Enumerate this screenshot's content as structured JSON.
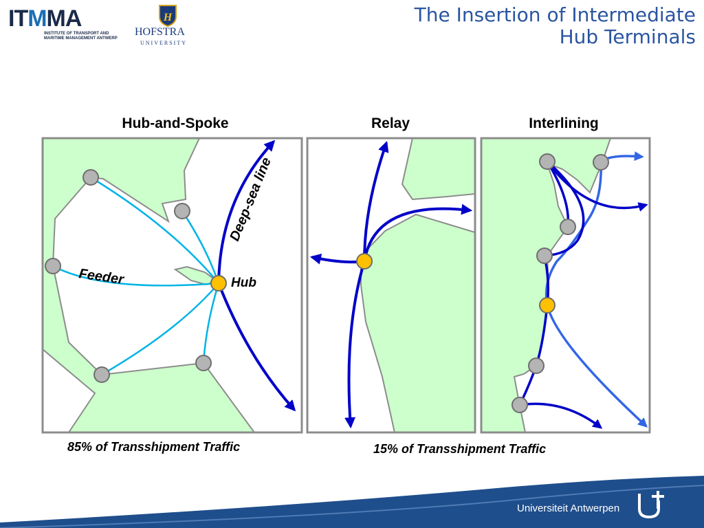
{
  "header": {
    "itmma_logo": {
      "main": "ITMMA",
      "line1": "INSTITUTE OF TRANSPORT AND",
      "line2": "MARITIME MANAGEMENT ANTWERP"
    },
    "hofstra_logo": {
      "name": "HOFSTRA",
      "sub": "UNIVERSITY"
    },
    "title_line1": "The Insertion of Intermediate",
    "title_line2": "Hub Terminals"
  },
  "panels": {
    "hub_and_spoke": {
      "heading": "Hub-and-Spoke",
      "feeder_label": "Feeder",
      "hub_label": "Hub",
      "deepsea_label": "Deep-sea line"
    },
    "relay": {
      "heading": "Relay"
    },
    "interlining": {
      "heading": "Interlining"
    }
  },
  "captions": {
    "left": "85% of Transshipment Traffic",
    "right": "15% of Transshipment Traffic"
  },
  "footer": {
    "university": "Universiteit Antwerpen"
  },
  "colors": {
    "title": "#2a55a0",
    "land": "#ccffcc",
    "coast": "#8c8c8c",
    "feeder": "#00b4e6",
    "deepsea": "#0000c8",
    "route_light": "#3366e6",
    "hub_node": "#ffc000",
    "port_node": "#b4b4b4",
    "footer_band": "#1f4e8c"
  }
}
